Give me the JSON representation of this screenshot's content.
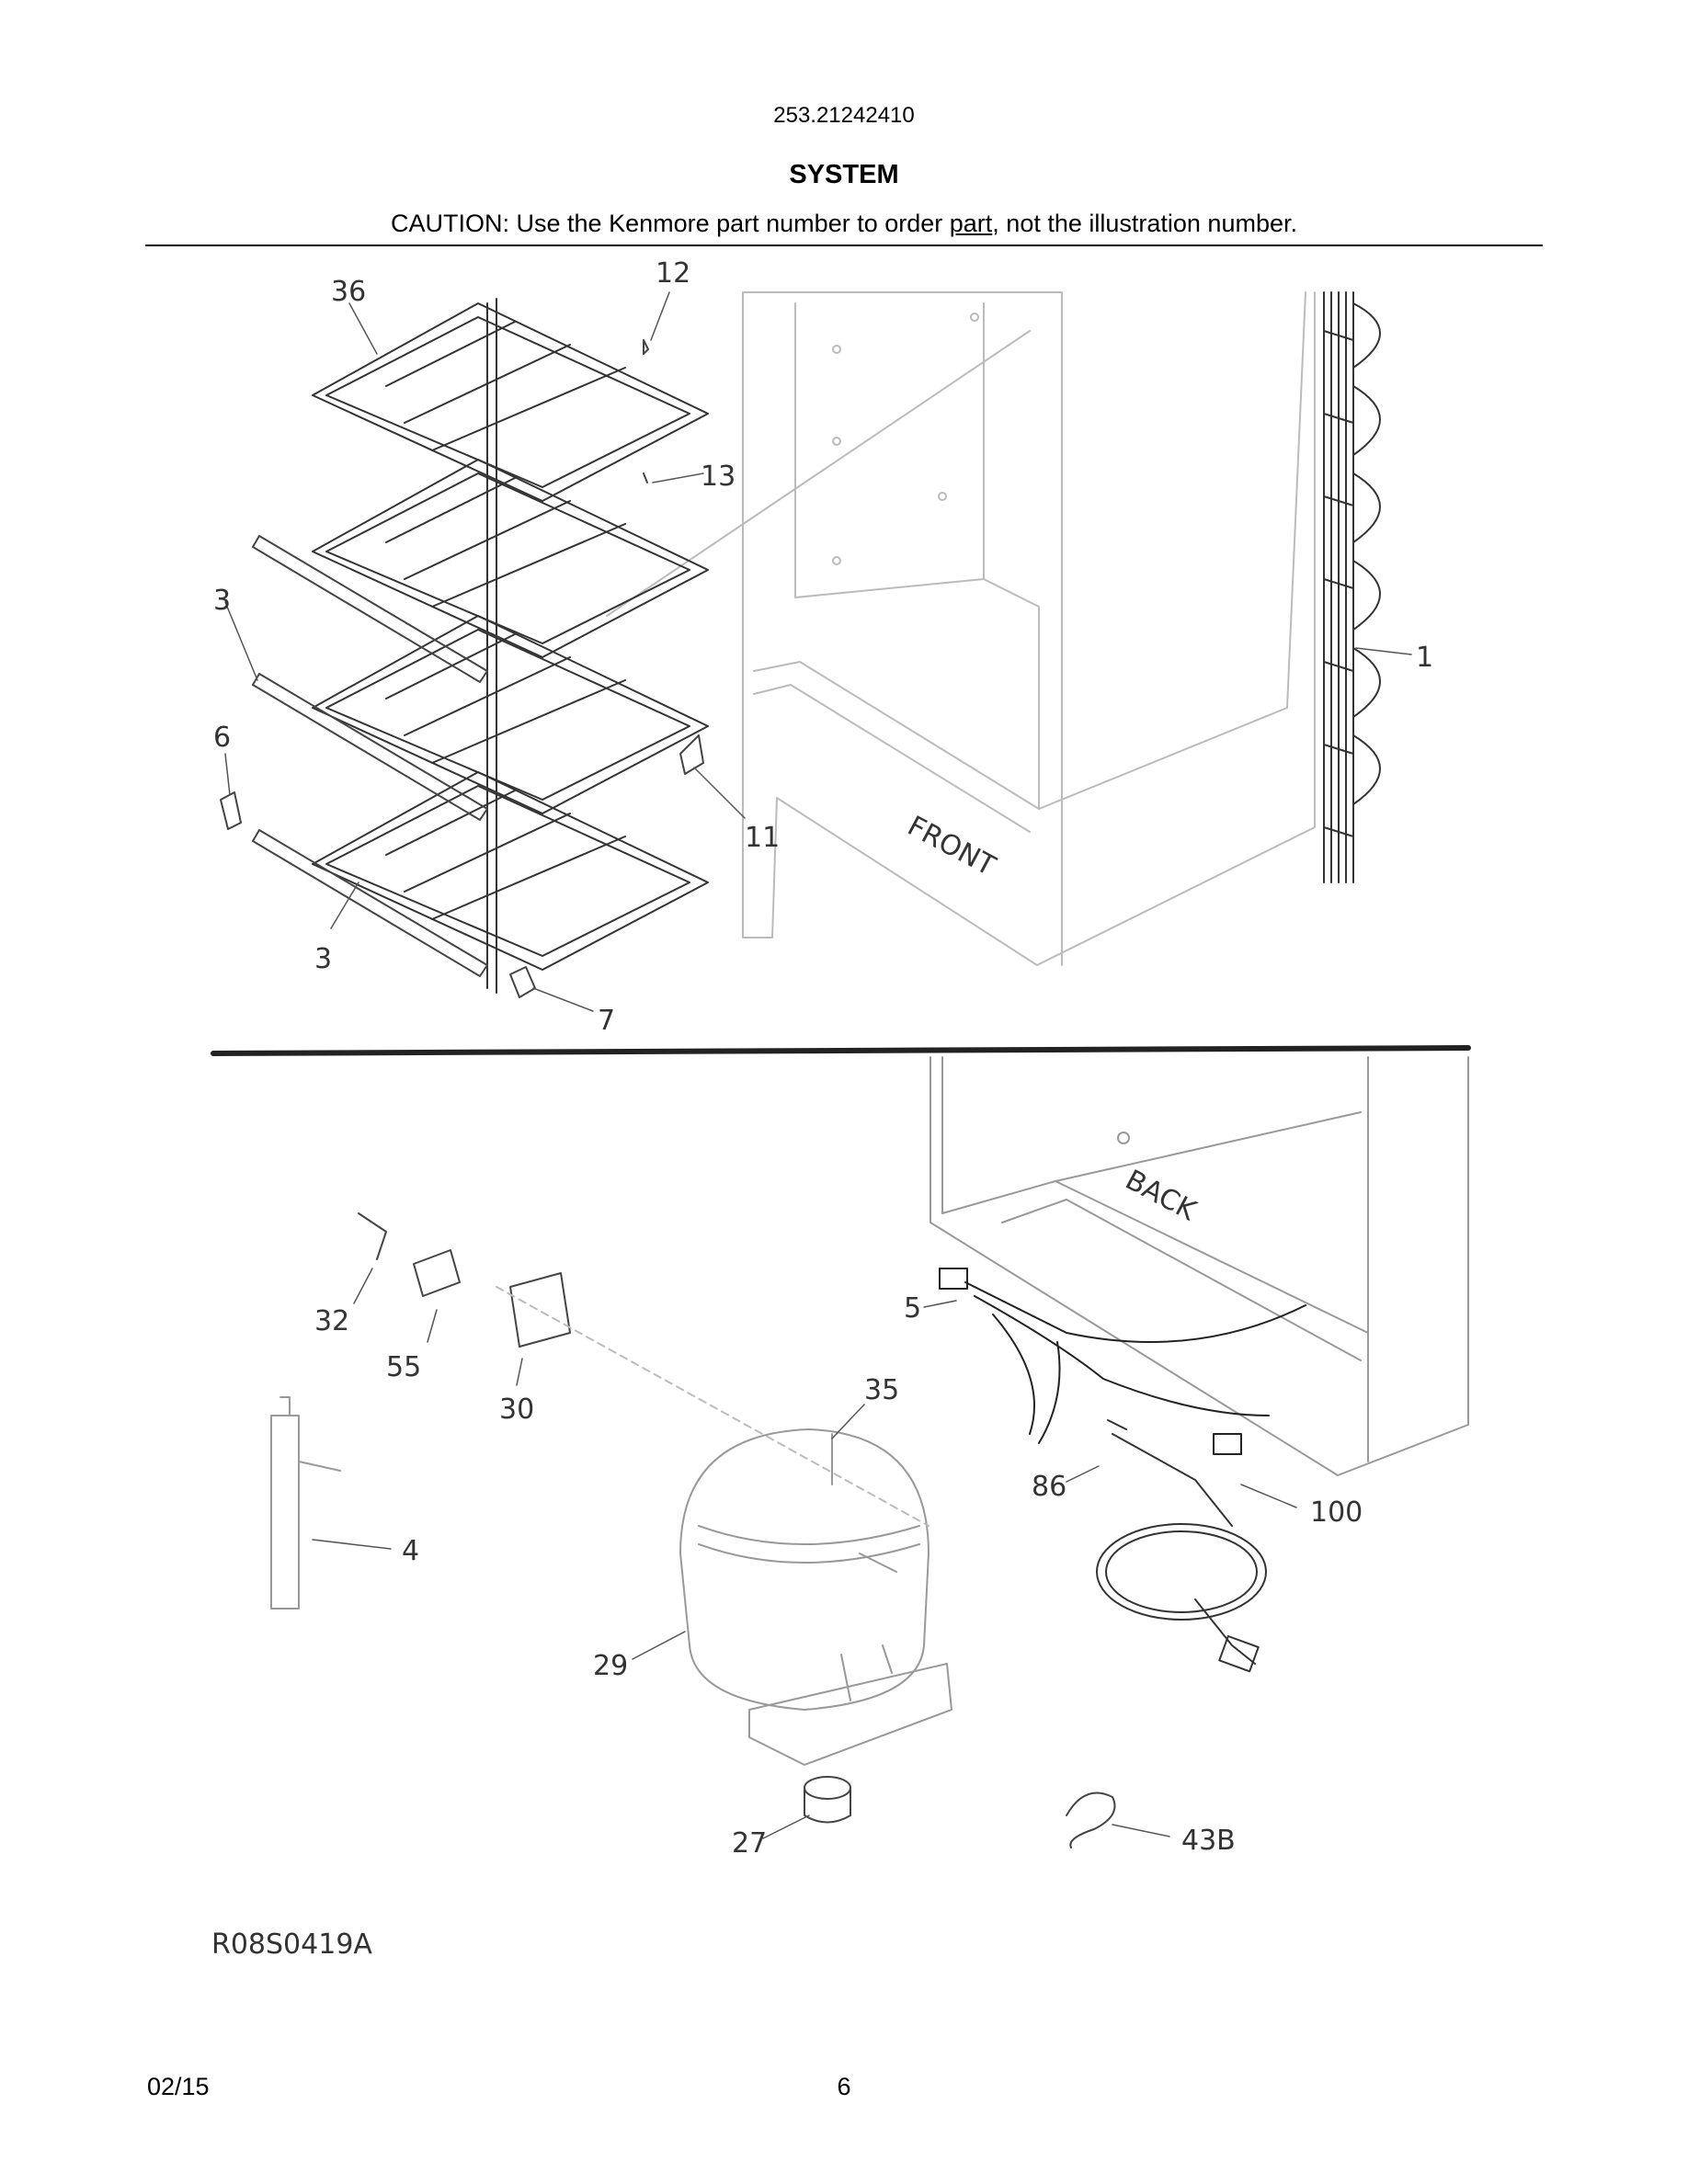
{
  "header": {
    "model_number": "253.21242410",
    "section_title": "SYSTEM",
    "caution_before": "CAUTION: Use the Kenmore part number to order ",
    "caution_link": "part",
    "caution_after": ", not the illustration number."
  },
  "diagram": {
    "upper_labels": {
      "front": "FRONT"
    },
    "lower_labels": {
      "back": "BACK"
    },
    "callouts": {
      "c36": "36",
      "c12": "12",
      "c13": "13",
      "c3a": "3",
      "c6": "6",
      "c11": "11",
      "c3b": "3",
      "c7": "7",
      "c1": "1",
      "c32": "32",
      "c55": "55",
      "c30": "30",
      "c5": "5",
      "c35": "35",
      "c4": "4",
      "c86": "86",
      "c100": "100",
      "c29": "29",
      "c27": "27",
      "c43b": "43B"
    },
    "reference_code": "R08S0419A"
  },
  "footer": {
    "date": "02/15",
    "page_number": "6"
  }
}
